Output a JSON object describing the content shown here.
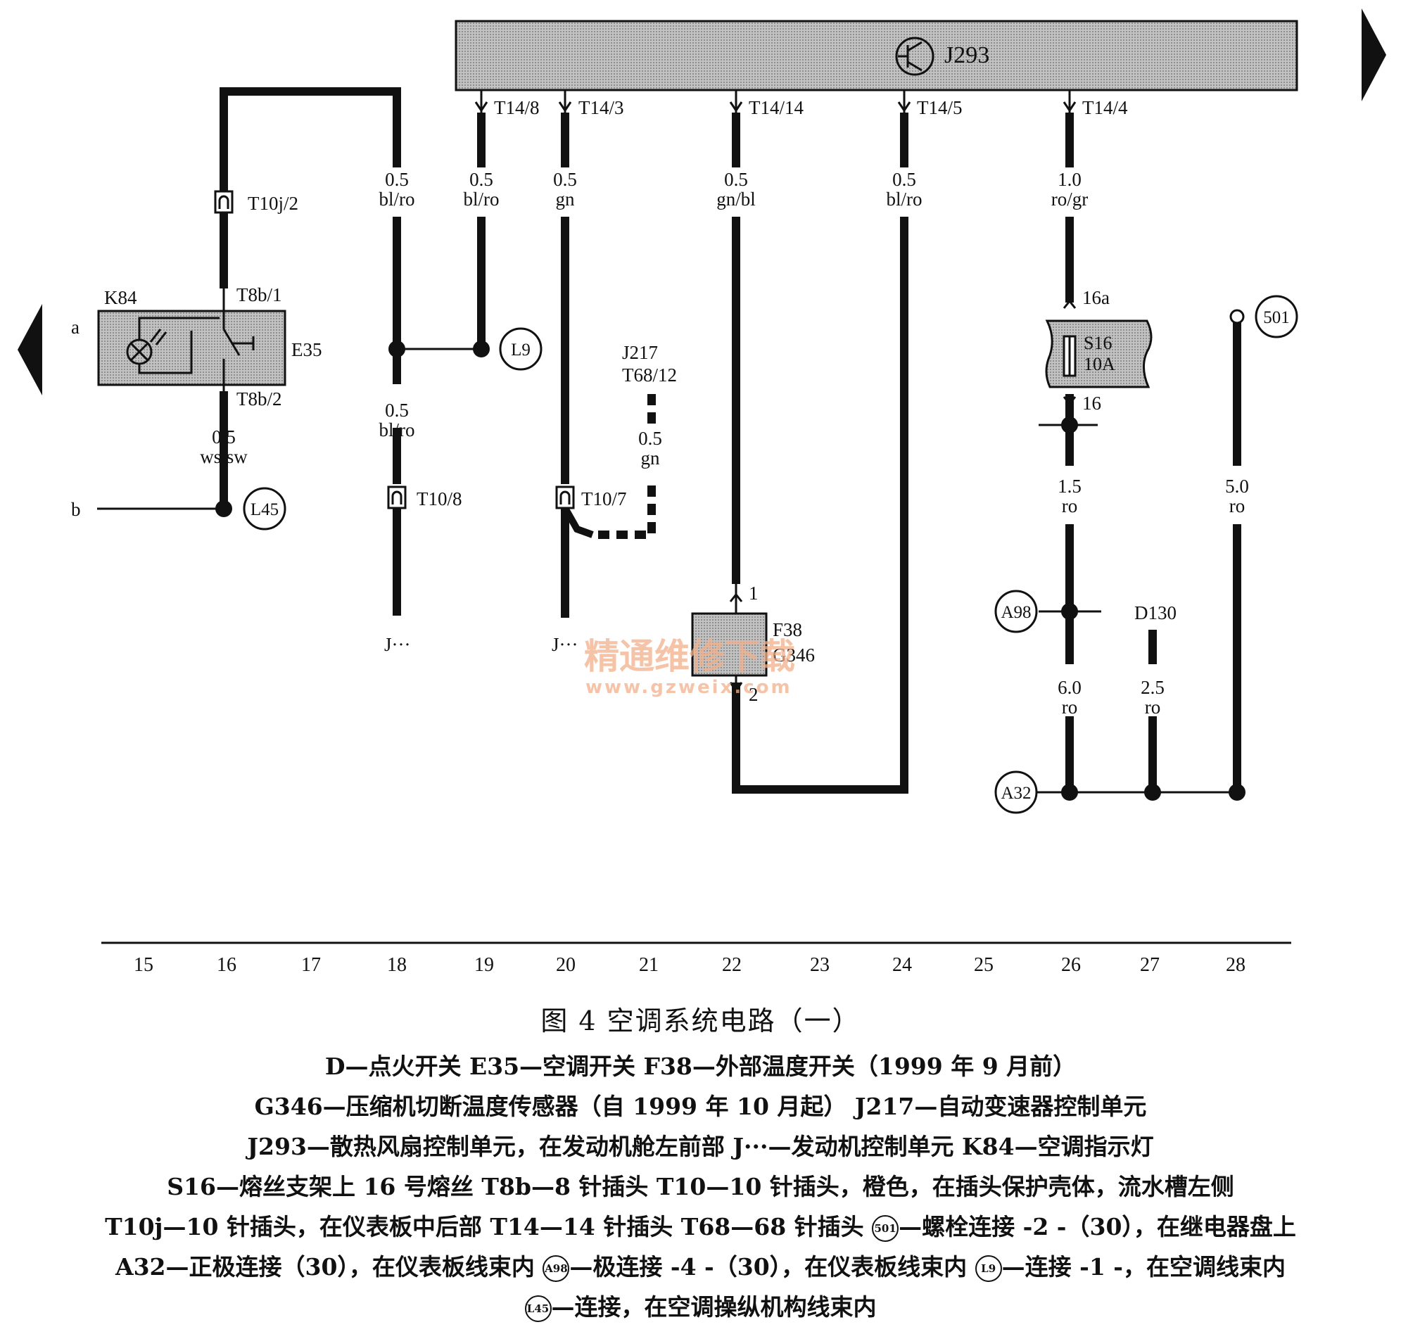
{
  "components": {
    "j293": "J293",
    "k84": "K84",
    "e35": "E35",
    "j217": "J217",
    "j217_pin": "T68/12",
    "f38": "F38",
    "g346": "G346",
    "s16_a": "S16",
    "s16_b": "10A",
    "d130": "D130",
    "j_left": "J···",
    "j_right": "J···"
  },
  "side_labels": {
    "a": "a",
    "b": "b"
  },
  "connectors": {
    "t14_8": "T14/8",
    "t14_3": "T14/3",
    "t14_14": "T14/14",
    "t14_5": "T14/5",
    "t14_4": "T14/4",
    "t10j_2": "T10j/2",
    "t8b_1": "T8b/1",
    "t8b_2": "T8b/2",
    "t10_8": "T10/8",
    "t10_7": "T10/7",
    "pin_16a": "16a",
    "pin_16": "16",
    "pin_1": "1",
    "pin_2": "2"
  },
  "wires": {
    "w18_top": [
      "0.5",
      "bl/ro"
    ],
    "w19": [
      "0.5",
      "bl/ro"
    ],
    "w20": [
      "0.5",
      "gn"
    ],
    "w22": [
      "0.5",
      "gn/bl"
    ],
    "w24": [
      "0.5",
      "bl/ro"
    ],
    "w26_top": [
      "1.0",
      "ro/gr"
    ],
    "w16": [
      "0.5",
      "ws/sw"
    ],
    "w18_mid": [
      "0.5",
      "bl/ro"
    ],
    "w21": [
      "0.5",
      "gn"
    ],
    "w26_mid": [
      "1.5",
      "ro"
    ],
    "w28": [
      "5.0",
      "ro"
    ],
    "w26_low": [
      "6.0",
      "ro"
    ],
    "w27": [
      "2.5",
      "ro"
    ]
  },
  "nodes": {
    "l9": "L9",
    "l45": "L45",
    "n501": "501",
    "a98": "A98",
    "a32": "A32"
  },
  "grid_numbers": [
    "15",
    "16",
    "17",
    "18",
    "19",
    "20",
    "21",
    "22",
    "23",
    "24",
    "25",
    "26",
    "27",
    "28"
  ],
  "watermark": {
    "line1": "精通维修下载",
    "line2": "www.gzweix.com"
  },
  "caption": {
    "title": "图 4   空调系统电路（一）",
    "l1": "D—点火开关    E35—空调开关    F38—外部温度开关（1999 年 9 月前）",
    "l2": "G346—压缩机切断温度传感器（自 1999 年 10 月起）    J217—自动变速器控制单元",
    "l3": "J293—散热风扇控制单元，在发动机舱左前部    J···—发动机控制单元    K84—空调指示灯",
    "l4": "S16—熔丝支架上 16 号熔丝    T8b—8 针插头    T10—10 针插头，橙色，在插头保护壳体，流水槽左侧",
    "l5a": "T10j—10 针插头，在仪表板中后部    T14—14 针插头    T68—68 针插头    ",
    "l5b": "—螺栓连接 -2 -（30），在继电器盘上",
    "l6a": "A32—正极连接（30），在仪表板线束内    ",
    "l6b": "—极连接 -4 -（30），在仪表板线束内    ",
    "l6c": "—连接 -1 -，在空调线束内",
    "l7": "—连接，在空调操纵机构线束内",
    "c501": "501",
    "ca98": "A98",
    "cl9": "L9",
    "cl45": "L45"
  }
}
